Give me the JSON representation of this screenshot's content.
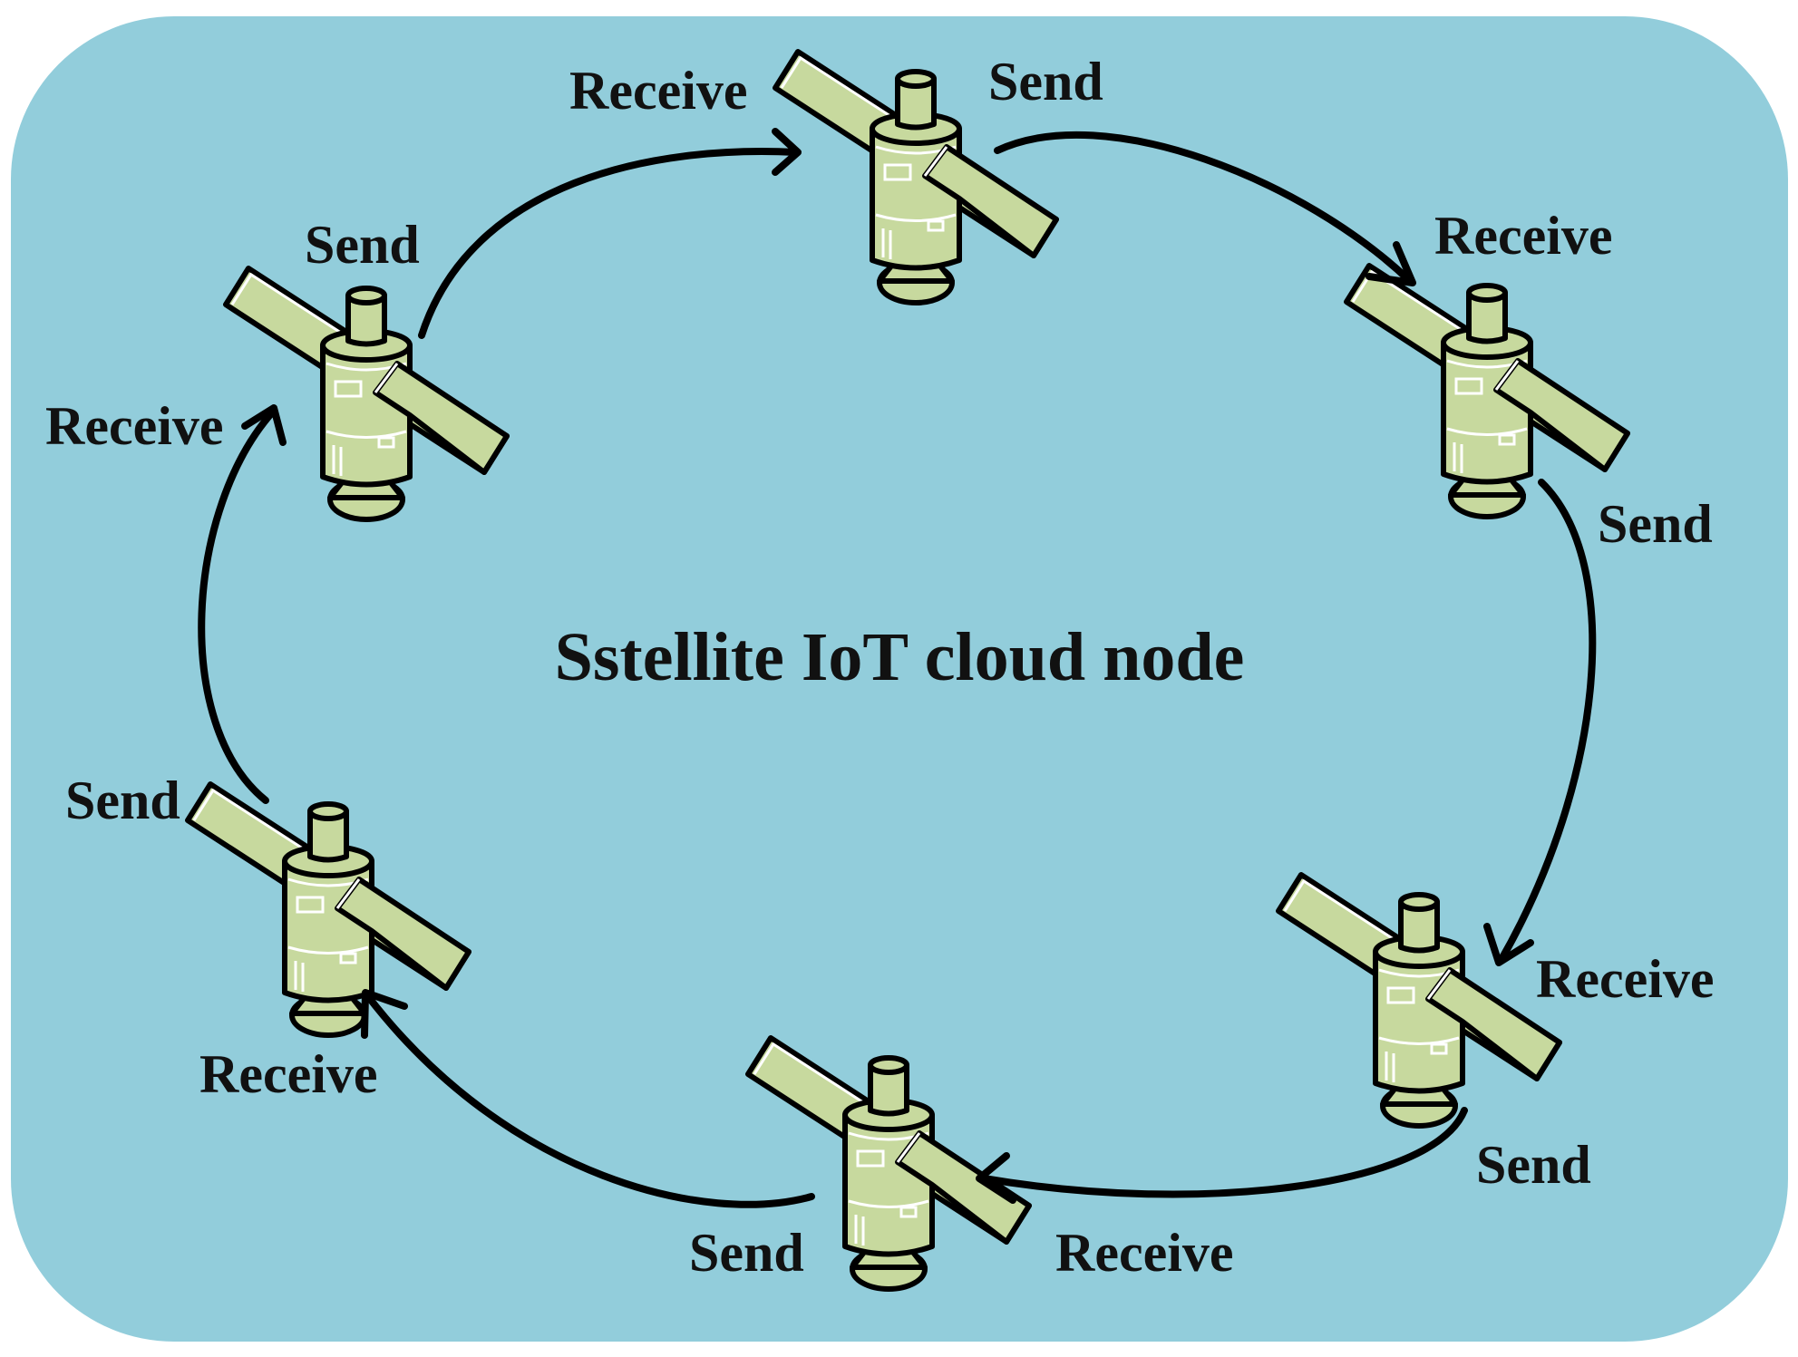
{
  "diagram": {
    "title": "Sstellite IoT cloud node",
    "colors": {
      "background": "#92cddb",
      "satellite_fill": "#c7d99e",
      "outline": "#000000"
    },
    "nodes": [
      {
        "id": "top",
        "send_label": "Send",
        "receive_label": "Receive"
      },
      {
        "id": "upper-right",
        "send_label": "Send",
        "receive_label": "Receive"
      },
      {
        "id": "lower-right",
        "send_label": "Send",
        "receive_label": "Receive"
      },
      {
        "id": "bottom",
        "send_label": "Send",
        "receive_label": "Receive"
      },
      {
        "id": "lower-left",
        "send_label": "Send",
        "receive_label": "Receive"
      },
      {
        "id": "upper-left",
        "send_label": "Send",
        "receive_label": "Receive"
      }
    ]
  }
}
